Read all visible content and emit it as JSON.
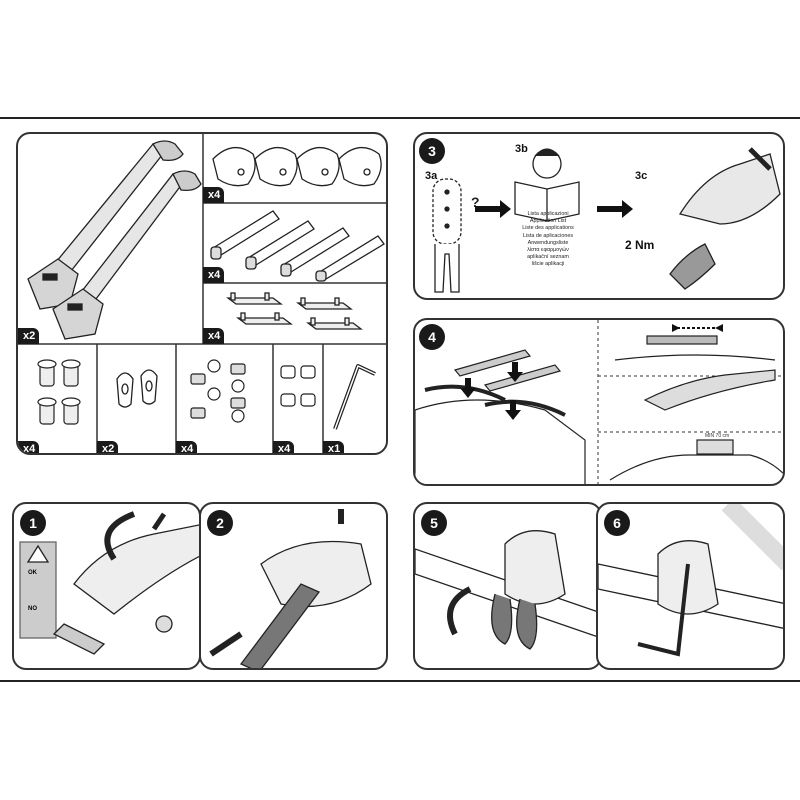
{
  "parts": {
    "rails_qty": "x2",
    "pads_qty": "x4",
    "straps_qty": "x4",
    "brackets_qty": "x4",
    "bolts_qty": "x4",
    "clips_qty": "x2",
    "screws_qty": "x4",
    "nuts_qty": "x4",
    "key_qty": "x1"
  },
  "steps": {
    "s1": "1",
    "s2": "2",
    "s3": "3",
    "s3a": "3a",
    "s3b": "3b",
    "s3c": "3c",
    "s4": "4",
    "s5": "5",
    "s6": "6"
  },
  "application_list": [
    "Lista applicazioni",
    "Application List",
    "Liste des applications",
    "Lista de aplicaciones",
    "Anwendungsliste",
    "λίστα εφαρμογών",
    "aplikační seznam",
    "lišcie aplikacji"
  ],
  "torque": "2 Nm",
  "min_distance": "MIN 70 cm",
  "warning": {
    "ok": "OK",
    "no": "NO"
  },
  "question_mark": "?"
}
